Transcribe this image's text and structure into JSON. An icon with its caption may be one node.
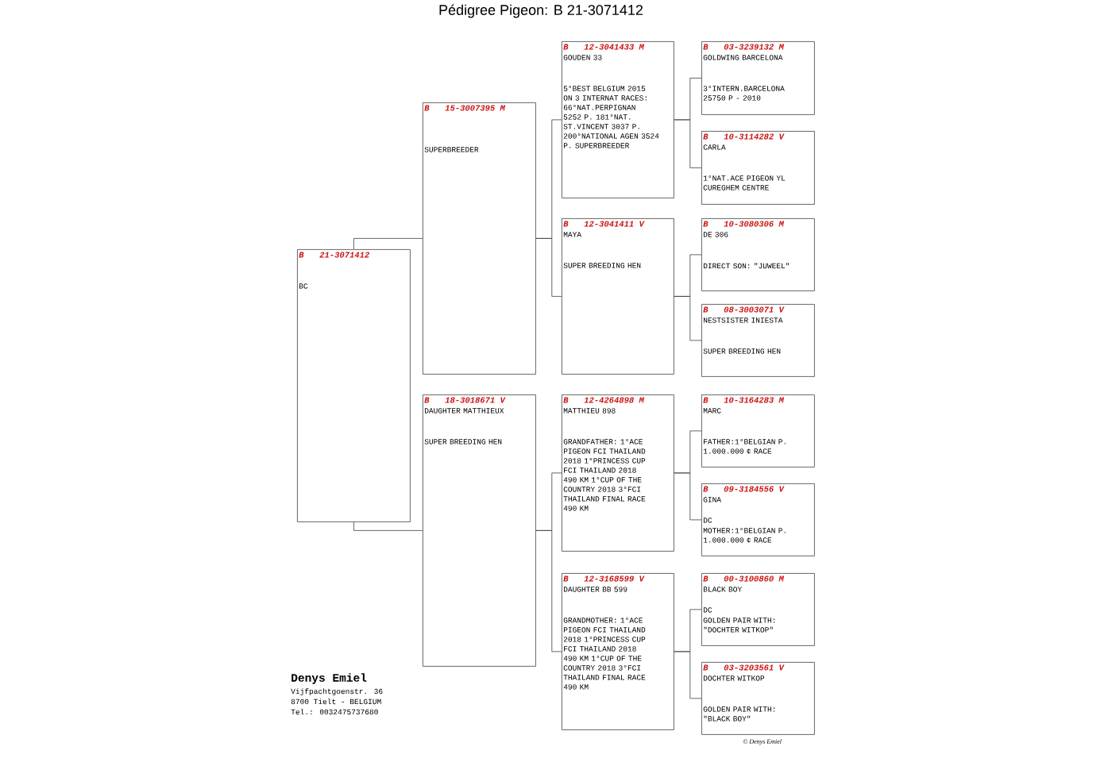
{
  "diagram": {
    "title": "Pédigree Pigeon: B 21-3071412",
    "nodes": [
      {
        "text": [
          "B",
          "21-3071412",
          "BC"
        ]
      },
      {
        "text": [
          "B",
          "15-3007395 M",
          "SUPERBREEDER"
        ]
      },
      {
        "text": [
          "B",
          "18-3018671 V",
          "DAUGHTER MATTHIEUX",
          "SUPER BREEDING HEN"
        ]
      },
      {
        "text": [
          "B",
          "12-3041433 M",
          "GOUDEN 33",
          "5°BEST BELGIUM 2015 ON 3 INTERNAT RACES: 66°NAT.PERPIGNAN 5252 P. 181°NAT. ST.VINCENT 3037 P. 200°NATIONAL AGEN 3524 P. SUPERBREEDER"
        ]
      },
      {
        "text": [
          "B",
          "12-3041411 V",
          "MAYA",
          "SUPER BREEDING HEN"
        ]
      },
      {
        "text": [
          "B",
          "12-4264898 M",
          "MATTHIEU 898",
          "GRANDFATHER: 1°ACE PIGEON FCI THAILAND 2018 1°PRINCESS CUP FCI THAILAND 2018 490 KM 1°CUP OF THE COUNTRY 2018 3°FCI THAILAND FINAL RACE 490 KM"
        ]
      },
      {
        "text": [
          "B",
          "12-3168599 V",
          "DAUGHTER BB 599",
          "GRANDMOTHER: 1°ACE PIGEON FCI THAILAND 2018 1°PRINCESS CUP FCI THAILAND 2018 490 KM 1°CUP OF THE COUNTRY 2018 3°FCI THAILAND FINAL RACE 490 KM"
        ]
      },
      {
        "text": [
          "B",
          "03-3239132 M",
          "GOLDWING BARCELONA",
          "3°INTERN.BARCELONA 25750 P - 2010"
        ]
      },
      {
        "text": [
          "B",
          "10-3114282 V",
          "CARLA",
          "1°NAT.ACE PIGEON YL CUREGHEM CENTRE"
        ]
      },
      {
        "text": [
          "B",
          "10-3080306 M",
          "DE 306",
          "DIRECT SON: \"JUWEEL\""
        ]
      },
      {
        "text": [
          "B",
          "08-3003071 V",
          "NESTSISTER INIESTA",
          "SUPER BREEDING HEN"
        ]
      },
      {
        "text": [
          "B",
          "10-3164283 M",
          "MARC",
          "FATHER:1°BELGIAN P. 1.000.000 ¢ RACE"
        ]
      },
      {
        "text": [
          "B",
          "09-3184556 V",
          "GINA",
          "DC",
          "MOTHER:1°BELGIAN P. 1.000.000 ¢ RACE"
        ]
      },
      {
        "text": [
          "B",
          "00-3100860 M",
          "BLACK BOY",
          "DC",
          "GOLDEN PAIR WITH: \"DOCHTER WITKOP\""
        ]
      },
      {
        "text": [
          "B",
          "03-3203561 V",
          "DOCHTER WITKOP",
          "GOLDEN PAIR WITH: \"BLACK BOY\""
        ]
      }
    ],
    "edges": [
      {
        "from": 0,
        "to": 1,
        "arrow": "none"
      },
      {
        "from": 0,
        "to": 2,
        "arrow": "none"
      },
      {
        "from": 1,
        "to": 3,
        "arrow": "none"
      },
      {
        "from": 1,
        "to": 4,
        "arrow": "none"
      },
      {
        "from": 2,
        "to": 5,
        "arrow": "none"
      },
      {
        "from": 2,
        "to": 6,
        "arrow": "none"
      },
      {
        "from": 3,
        "to": 7,
        "arrow": "none"
      },
      {
        "from": 3,
        "to": 8,
        "arrow": "none"
      },
      {
        "from": 4,
        "to": 9,
        "arrow": "none"
      },
      {
        "from": 4,
        "to": 10,
        "arrow": "none"
      },
      {
        "from": 5,
        "to": 11,
        "arrow": "none"
      },
      {
        "from": 5,
        "to": 12,
        "arrow": "none"
      },
      {
        "from": 6,
        "to": 13,
        "arrow": "none"
      },
      {
        "from": 6,
        "to": 14,
        "arrow": "none"
      }
    ],
    "labels": [
      "Denys Emiel",
      "Vijfpachtgoenstr. 36",
      "8700 Tielt - BELGIUM",
      "Tel.: 0032475737680",
      "© Denys Emiel"
    ]
  }
}
